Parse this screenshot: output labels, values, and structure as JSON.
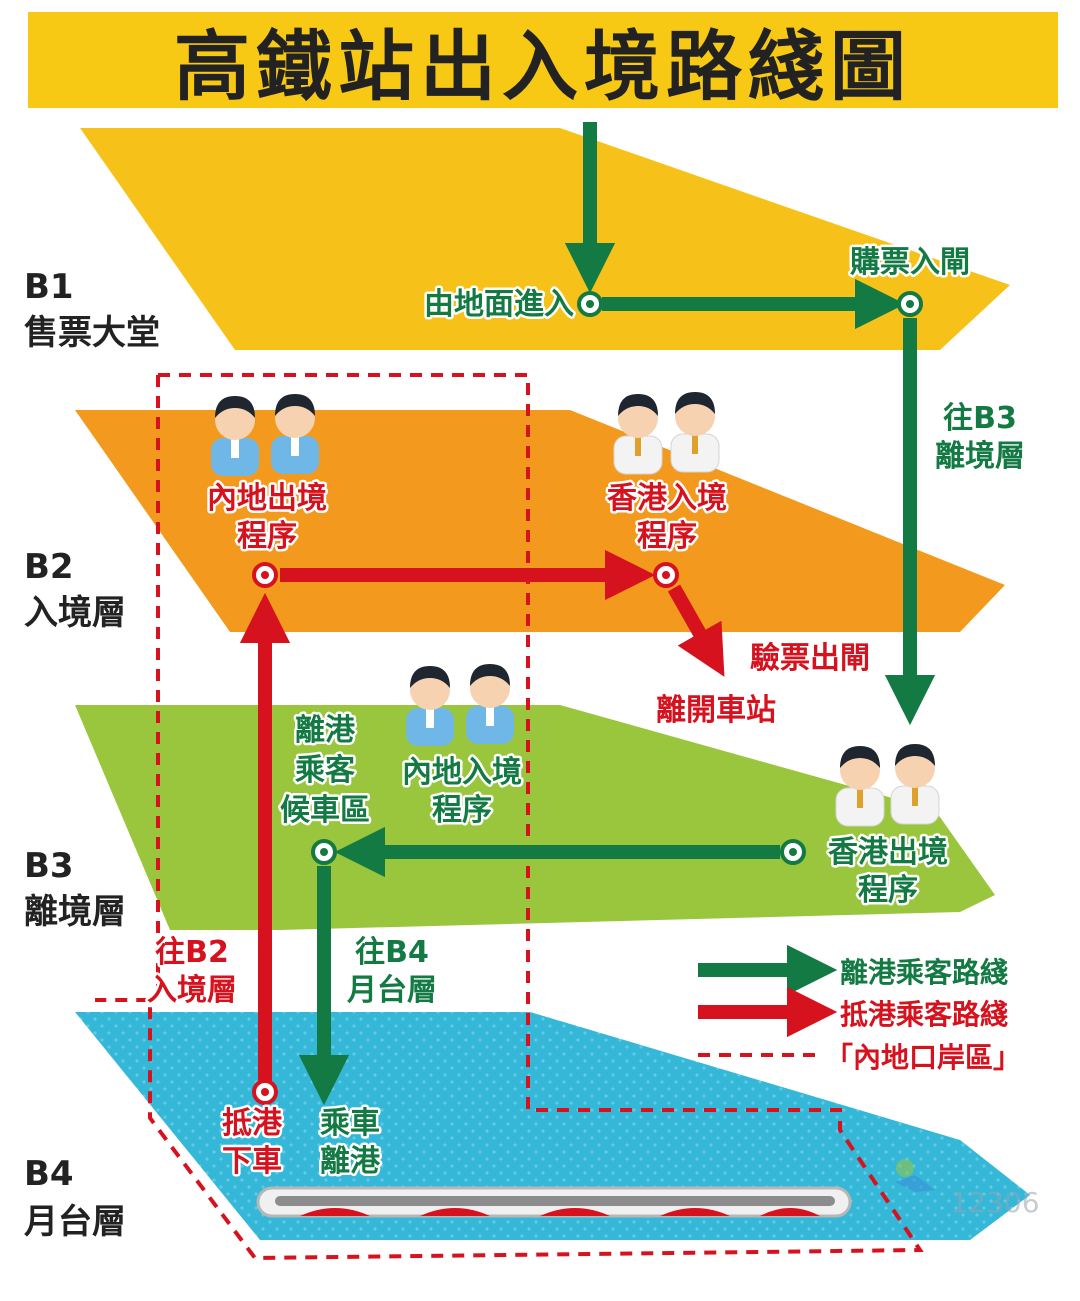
{
  "title": "高鐵站出入境路綫圖",
  "colors": {
    "title_bg": "#f7c814",
    "b1": "#f6c21a",
    "b2": "#f39a1e",
    "b3": "#9ac63d",
    "b4": "#35b7d8",
    "departure_route": "#137a43",
    "arrival_route": "#d6121e",
    "zone_border": "#d6121e"
  },
  "levels": [
    {
      "code": "B1",
      "name": "售票大堂"
    },
    {
      "code": "B2",
      "name": "入境層"
    },
    {
      "code": "B3",
      "name": "離境層"
    },
    {
      "code": "B4",
      "name": "月台層"
    }
  ],
  "labels": {
    "enter_from_ground": "由地面進入",
    "buy_ticket_gate": "購票入閘",
    "to_b3": [
      "往B3",
      "離境層"
    ],
    "mainland_exit": [
      "內地出境",
      "程序"
    ],
    "hk_entry": [
      "香港入境",
      "程序"
    ],
    "ticket_check_exit": "驗票出閘",
    "leave_station": "離開車站",
    "departure_waiting": [
      "離港",
      "乘客",
      "候車區"
    ],
    "mainland_entry": [
      "內地入境",
      "程序"
    ],
    "hk_exit": [
      "香港出境",
      "程序"
    ],
    "to_b2": [
      "往B2",
      "入境層"
    ],
    "to_b4": [
      "往B4",
      "月台層"
    ],
    "arrive_alight": [
      "抵港",
      "下車"
    ],
    "board_depart": [
      "乘車",
      "離港"
    ]
  },
  "legend": {
    "departure": "離港乘客路綫",
    "arrival": "抵港乘客路綫",
    "mainland_zone": "「內地口岸區」"
  },
  "watermark": "12306"
}
